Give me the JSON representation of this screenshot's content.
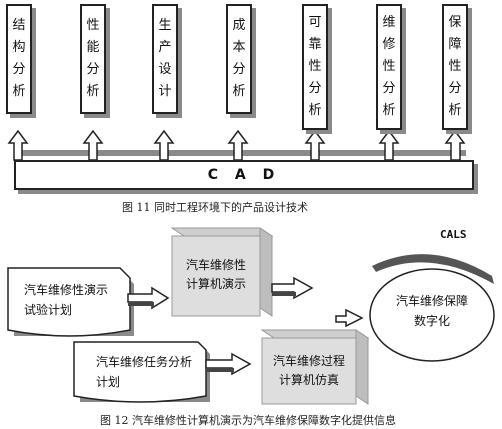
{
  "figure11": {
    "boxes": [
      {
        "chars": [
          "结",
          "构",
          "分",
          "析"
        ]
      },
      {
        "chars": [
          "性",
          "能",
          "分",
          "析"
        ]
      },
      {
        "chars": [
          "生",
          "产",
          "设",
          "计"
        ]
      },
      {
        "chars": [
          "成",
          "本",
          "分",
          "析"
        ]
      },
      {
        "chars": [
          "可",
          "靠",
          "性",
          "分",
          "析"
        ]
      },
      {
        "chars": [
          "维",
          "修",
          "性",
          "分",
          "析"
        ]
      },
      {
        "chars": [
          "保",
          "障",
          "性",
          "分",
          "析"
        ]
      }
    ],
    "cad_label": "C A D",
    "caption": "图 11  同时工程环境下的产品设计技术"
  },
  "figure12": {
    "cals_label": "CALS",
    "cube_top": {
      "line1": "汽车维修性",
      "line2": "计算机演示"
    },
    "cube_bottom": {
      "line1": "汽车维修过程",
      "line2": "计算机仿真"
    },
    "note_top": {
      "line1": "汽车维修性演示",
      "line2": "试验计划"
    },
    "note_bottom": {
      "line1": "汽车维修任务分析",
      "line2": "计划"
    },
    "ellipse": {
      "line1": "汽车维修保障",
      "line2": "数字化"
    },
    "caption": "图 12  汽车维修性计算机演示为汽车维修保障数字化提供信息"
  }
}
